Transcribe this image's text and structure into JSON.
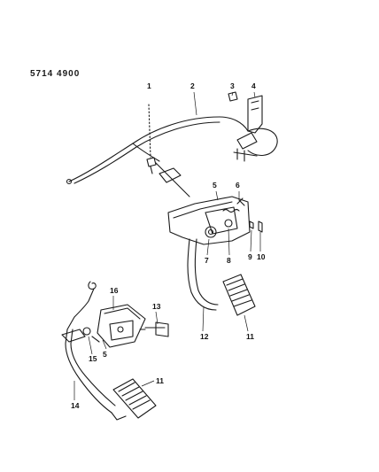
{
  "header": {
    "ref": "5714  4900"
  },
  "callouts": {
    "c1": "1",
    "c2": "2",
    "c3": "3",
    "c4": "4",
    "c5a": "5",
    "c6": "6",
    "c7": "7",
    "c8": "8",
    "c9": "9",
    "c10": "10",
    "c11a": "11",
    "c12": "12",
    "c16": "16",
    "c13": "13",
    "c5b": "5",
    "c15": "15",
    "c14": "14",
    "c11b": "11"
  },
  "colors": {
    "ink": "#1a1a1a",
    "paper": "#ffffff"
  }
}
